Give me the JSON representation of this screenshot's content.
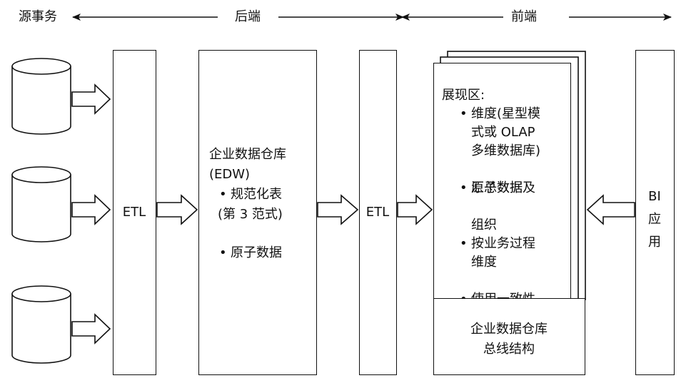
{
  "header": {
    "source": "源事务",
    "backend": "后端",
    "frontend": "前端"
  },
  "etl1": {
    "label": "ETL"
  },
  "edw": {
    "title_line1": "企业数据仓库",
    "title_line2": "(EDW)",
    "bullet1_line1": "规范化表",
    "bullet1_line2": "(第 3 范式)",
    "bullet2": "原子数据"
  },
  "etl2": {
    "label": "ETL"
  },
  "presentation": {
    "title": "展现区:",
    "b1_line1": "维度(星型模",
    "b1_line2": "式或 OLAP",
    "b1_line3": "多维数据库)",
    "b2_line1": "原子数据及",
    "b2_line2": "汇总数据",
    "b3_line1": "按业务过程",
    "b3_line2": "组织",
    "b4_line1": "使用一致性",
    "b4_line2": "维度"
  },
  "bus": {
    "line1": "企业数据仓库",
    "line2": "总线结构"
  },
  "bi": {
    "line1": "BI",
    "line2": "应",
    "line3": "用"
  }
}
